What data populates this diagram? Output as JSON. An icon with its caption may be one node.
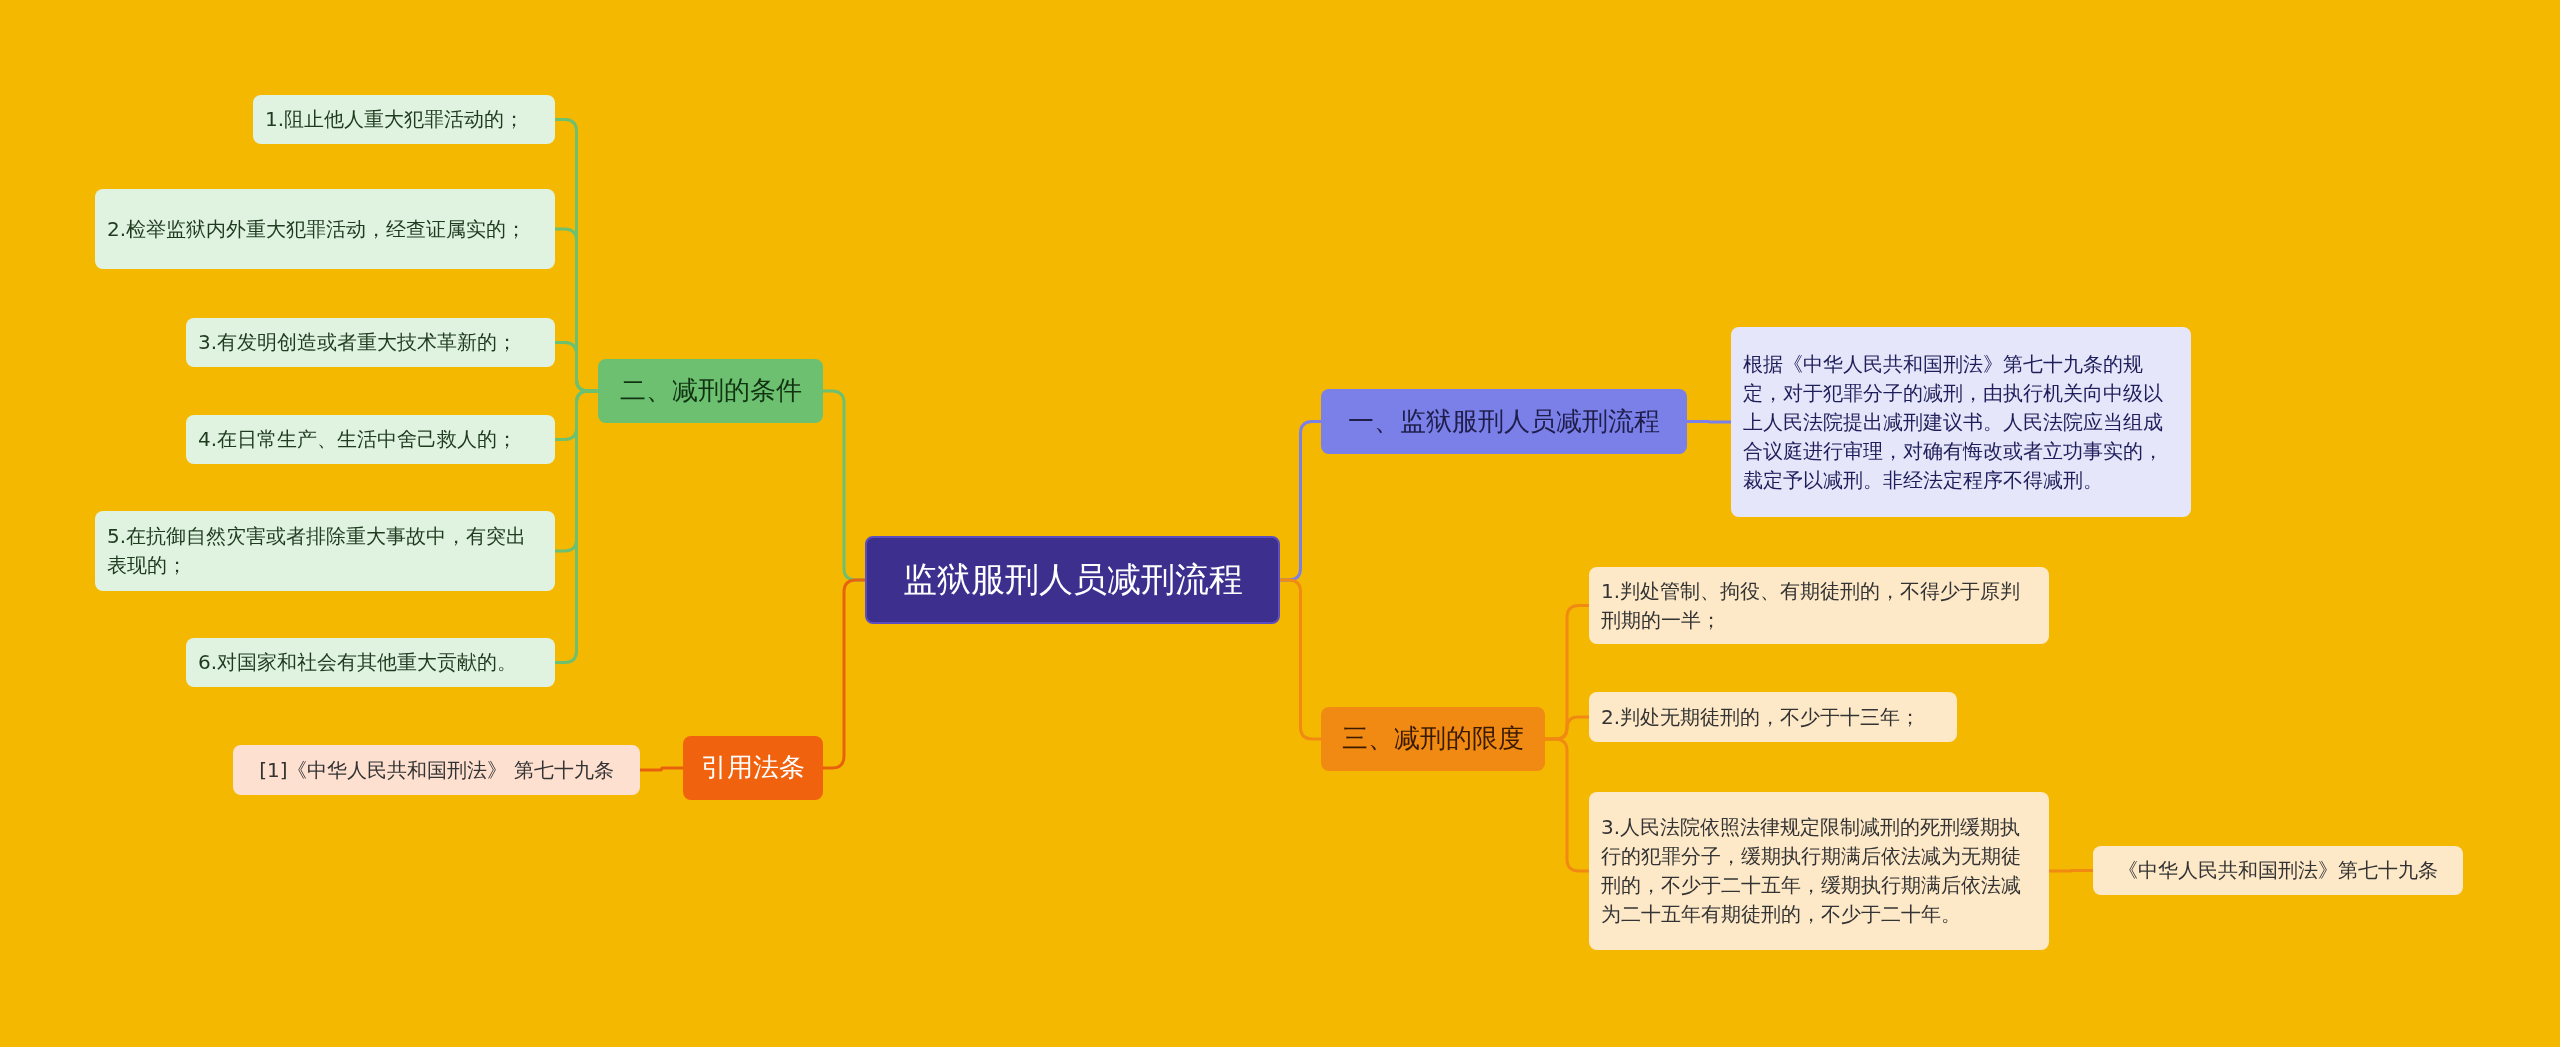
{
  "diagram": {
    "nodes": [
      {
        "text": [
          "监狱服刑人员减刑流程"
        ]
      },
      {
        "text": [
          "一、监狱服刑人员减刑流程"
        ]
      },
      {
        "text": [
          "根据《中华人民共和国刑法》第七十九条的规定，对于犯罪分子的减刑，由执行机关向中级以上人民法院提出减刑建议书。人民法院应当组成合议庭进行审理，对确有悔改或者立功事实的，裁定予以减刑。非经法定程序不得减刑。"
        ]
      },
      {
        "text": [
          "三、减刑的限度"
        ]
      },
      {
        "text": [
          "1.判处管制、拘役、有期徒刑的，不得少于原判刑期的一半；"
        ]
      },
      {
        "text": [
          "2.判处无期徒刑的，不少于十三年；"
        ]
      },
      {
        "text": [
          "3.人民法院依照法律规定限制减刑的死刑缓期执行的犯罪分子，缓期执行期满后依法减为无期徒刑的，不少于二十五年，缓期执行期满后依法减为二十五年有期徒刑的，不少于二十年。"
        ]
      },
      {
        "text": [
          "《中华人民共和国刑法》第七十九条"
        ]
      },
      {
        "text": [
          "二、减刑的条件"
        ]
      },
      {
        "text": [
          "1.阻止他人重大犯罪活动的；"
        ]
      },
      {
        "text": [
          "2.检举监狱内外重大犯罪活动，经查证属实的；"
        ]
      },
      {
        "text": [
          "3.有发明创造或者重大技术革新的；"
        ]
      },
      {
        "text": [
          "4.在日常生产、生活中舍己救人的；"
        ]
      },
      {
        "text": [
          "5.在抗御自然灾害或者排除重大事故中，有突出表现的；"
        ]
      },
      {
        "text": [
          "6.对国家和社会有其他重大贡献的。"
        ]
      },
      {
        "text": [
          "引用法条"
        ]
      },
      {
        "text": [
          "[1]《中华人民共和国刑法》 第七十九条"
        ]
      }
    ],
    "edges": [
      {
        "from": 0,
        "to": 1,
        "arrow": "none",
        "color": "#7b7fe8"
      },
      {
        "from": 1,
        "to": 2,
        "arrow": "none",
        "color": "#7b7fe8"
      },
      {
        "from": 0,
        "to": 3,
        "arrow": "none",
        "color": "#f08a12"
      },
      {
        "from": 3,
        "to": 4,
        "arrow": "none",
        "color": "#f08a12"
      },
      {
        "from": 3,
        "to": 5,
        "arrow": "none",
        "color": "#f08a12"
      },
      {
        "from": 3,
        "to": 6,
        "arrow": "none",
        "color": "#f08a12"
      },
      {
        "from": 6,
        "to": 7,
        "arrow": "none",
        "color": "#f08a12"
      },
      {
        "from": 0,
        "to": 8,
        "arrow": "none"
      },
      {
        "from": 8,
        "to": 9,
        "arrow": "none"
      },
      {
        "from": 8,
        "to": 10,
        "arrow": "none"
      },
      {
        "from": 8,
        "to": 11,
        "arrow": "none"
      },
      {
        "from": 8,
        "to": 12,
        "arrow": "none"
      },
      {
        "from": 8,
        "to": 13,
        "arrow": "none"
      },
      {
        "from": 8,
        "to": 14,
        "arrow": "none"
      },
      {
        "from": 0,
        "to": 15,
        "arrow": "none",
        "color": "#e8620e"
      },
      {
        "from": 15,
        "to": 16,
        "arrow": "none",
        "color": "#e8620e"
      }
    ]
  }
}
